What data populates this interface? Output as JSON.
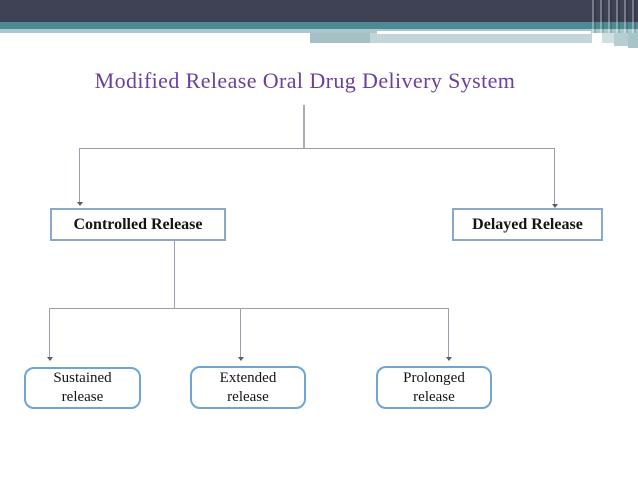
{
  "title": "Modified Release Oral Drug Delivery System",
  "diagram": {
    "type": "tree",
    "branches": [
      {
        "label": "Controlled Release",
        "children": [
          {
            "line1": "Sustained",
            "line2": "release"
          },
          {
            "line1": "Extended",
            "line2": "release"
          },
          {
            "line1": "Prolonged",
            "line2": "release"
          }
        ]
      },
      {
        "label": "Delayed Release",
        "children": []
      }
    ]
  },
  "colors": {
    "header_dark": "#3e4254",
    "header_teal": "#4e8a94",
    "header_light_teal": "#a9c8cd",
    "title_purple": "#6b3fa0",
    "connector_gray": "#9b9eae",
    "rect_node_border": "#8aa9c8",
    "round_node_border": "#6fa5d4",
    "node_text": "#141414"
  }
}
